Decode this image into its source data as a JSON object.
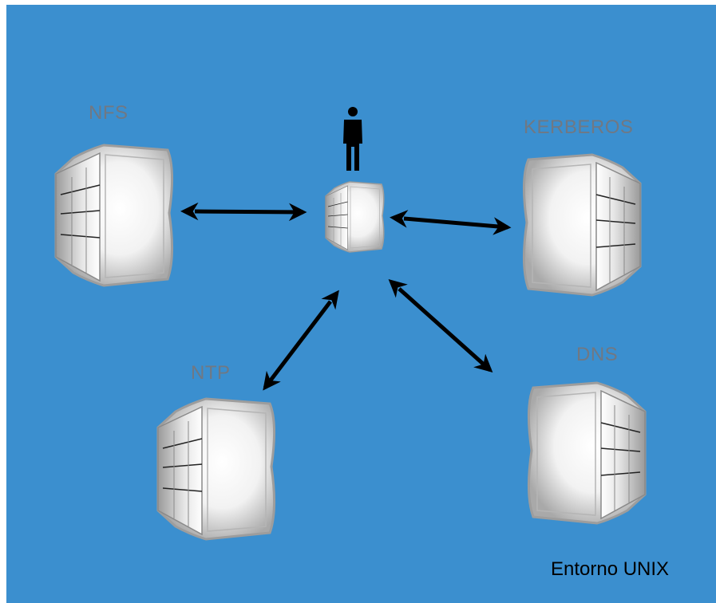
{
  "diagram": {
    "nodes": {
      "nfs": {
        "label": "NFS",
        "icon": "server-icon"
      },
      "kerberos": {
        "label": "KERBEROS",
        "icon": "server-icon"
      },
      "ntp": {
        "label": "NTP",
        "icon": "server-icon"
      },
      "dns": {
        "label": "DNS",
        "icon": "server-icon"
      },
      "client": {
        "icon": "client-server-icon",
        "user_icon": "user-icon"
      }
    },
    "edges": [
      {
        "from": "client",
        "to": "nfs",
        "direction": "bidirectional"
      },
      {
        "from": "client",
        "to": "kerberos",
        "direction": "bidirectional"
      },
      {
        "from": "client",
        "to": "ntp",
        "direction": "bidirectional"
      },
      {
        "from": "client",
        "to": "dns",
        "direction": "bidirectional"
      }
    ],
    "footer": "Entorno UNIX"
  },
  "colors": {
    "background": "#3b8fcf",
    "label": "#707883",
    "arrow": "#000000",
    "footer": "#000000"
  }
}
